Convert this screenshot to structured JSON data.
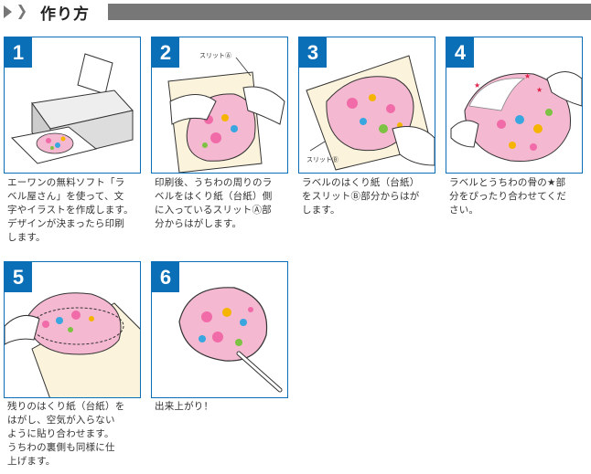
{
  "header": {
    "title": "作り方"
  },
  "steps": [
    {
      "number": "1",
      "lines": [
        "エーワンの無料ソフト「ラ",
        "ベル屋さん」を使って、文",
        "字やイラストを作成します。",
        "デザインが決まったら印刷",
        "します。"
      ]
    },
    {
      "number": "2",
      "callout": "スリットⒶ",
      "lines": [
        "印刷後、うちわの周りのラ",
        "ベルをはくり紙（台紙）側",
        "に入っているスリットⒶ部",
        "分からはがします。"
      ]
    },
    {
      "number": "3",
      "callout": "スリットⒷ",
      "lines": [
        "ラベルのはくり紙（台紙）",
        "をスリットⒷ部分からはが",
        "します。"
      ]
    },
    {
      "number": "4",
      "lines": [
        "ラベルとうちわの骨の★部",
        "分をぴったり合わせてくだ",
        "さい。"
      ]
    },
    {
      "number": "5",
      "lines": [
        "残りのはくり紙（台紙）を",
        "はがし、空気が入らない",
        "ように貼り合わせます。",
        "うちわの裏側も同様に仕",
        "上げます。"
      ]
    },
    {
      "number": "6",
      "lines": [
        "出来上がり！"
      ]
    }
  ],
  "colors": {
    "accent": "#0b6fb8",
    "fan": "#f4b8d0",
    "header_bar": "#777777"
  }
}
